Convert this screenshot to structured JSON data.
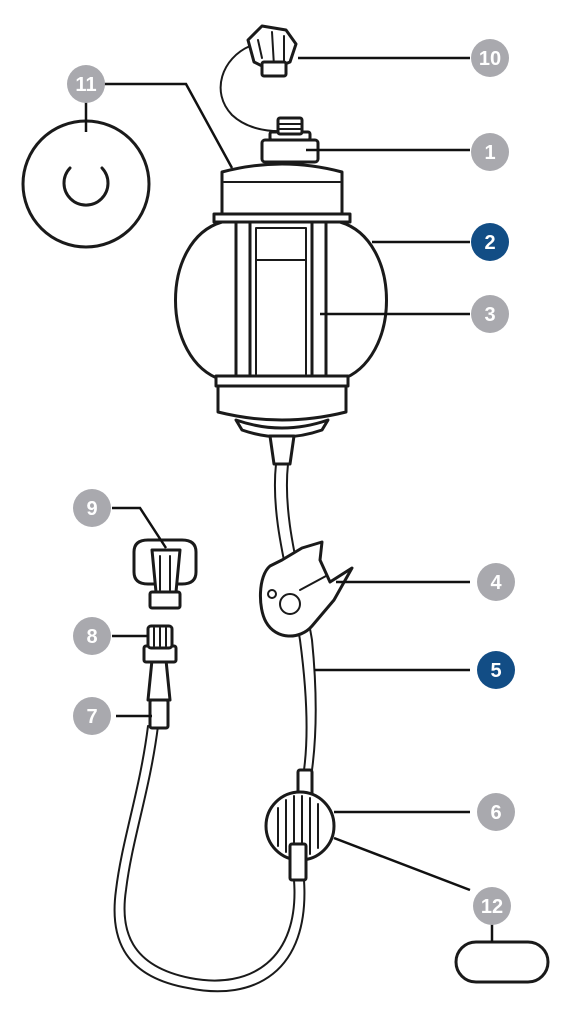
{
  "colors": {
    "callout_grey": "#a9a9ae",
    "callout_blue": "#124d85",
    "line": "#1a1a1a"
  },
  "callouts": [
    {
      "label": "1",
      "color": "grey"
    },
    {
      "label": "2",
      "color": "blue"
    },
    {
      "label": "3",
      "color": "grey"
    },
    {
      "label": "4",
      "color": "grey"
    },
    {
      "label": "5",
      "color": "blue"
    },
    {
      "label": "6",
      "color": "grey"
    },
    {
      "label": "7",
      "color": "grey"
    },
    {
      "label": "8",
      "color": "grey"
    },
    {
      "label": "9",
      "color": "grey"
    },
    {
      "label": "10",
      "color": "grey"
    },
    {
      "label": "11",
      "color": "grey"
    },
    {
      "label": "12",
      "color": "grey"
    }
  ]
}
